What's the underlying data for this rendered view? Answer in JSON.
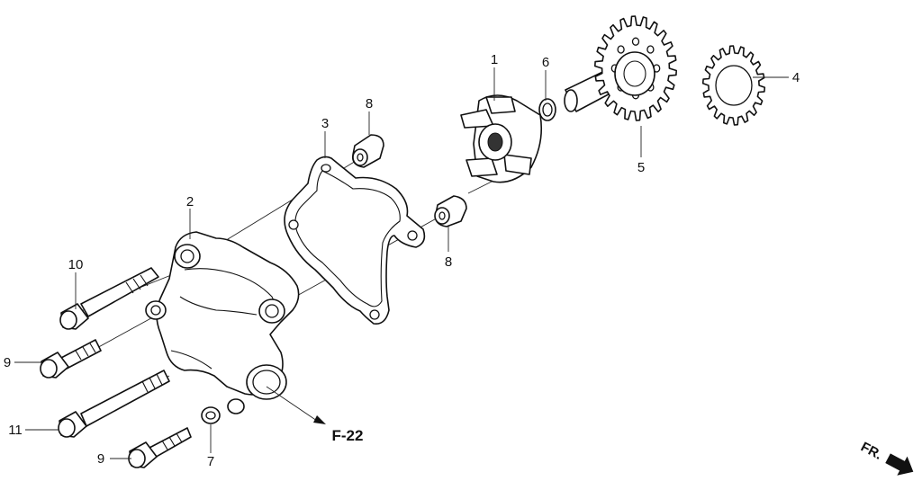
{
  "diagram": {
    "callouts": [
      {
        "id": "1",
        "text": "1"
      },
      {
        "id": "2",
        "text": "2"
      },
      {
        "id": "3",
        "text": "3"
      },
      {
        "id": "4",
        "text": "4"
      },
      {
        "id": "5",
        "text": "5"
      },
      {
        "id": "6",
        "text": "6"
      },
      {
        "id": "7",
        "text": "7"
      },
      {
        "id": "8a",
        "text": "8"
      },
      {
        "id": "8b",
        "text": "8"
      },
      {
        "id": "9a",
        "text": "9"
      },
      {
        "id": "9b",
        "text": "9"
      },
      {
        "id": "10",
        "text": "10"
      },
      {
        "id": "11",
        "text": "11"
      }
    ],
    "reference": "F-22",
    "direction": "FR."
  }
}
